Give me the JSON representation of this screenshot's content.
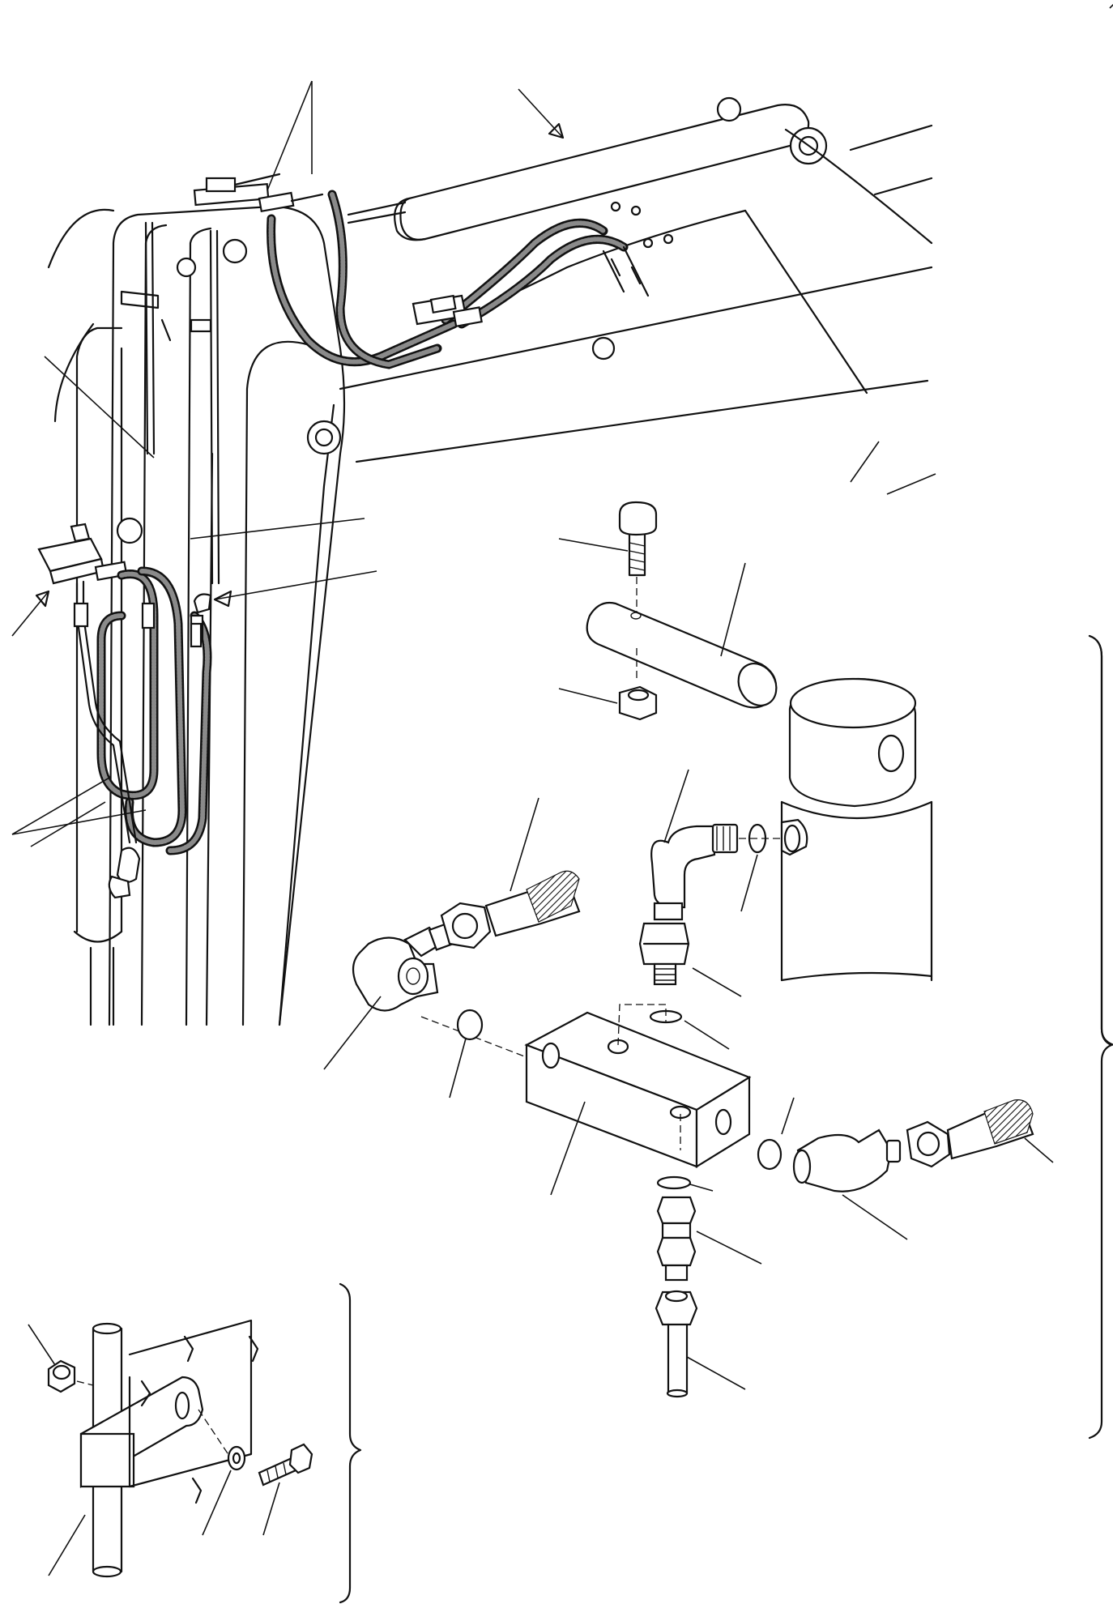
{
  "diagram": {
    "kind": "exploded-parts-view",
    "callout_leaders": 34,
    "brackets": [
      "right-bracket-upper",
      "right-bracket-lower",
      "inset-bracket"
    ],
    "insets": [
      "pipe-clamp-detail"
    ],
    "colors": {
      "line": "#111111",
      "background": "#ffffff",
      "hose_fill": "#8a8a8a"
    }
  }
}
